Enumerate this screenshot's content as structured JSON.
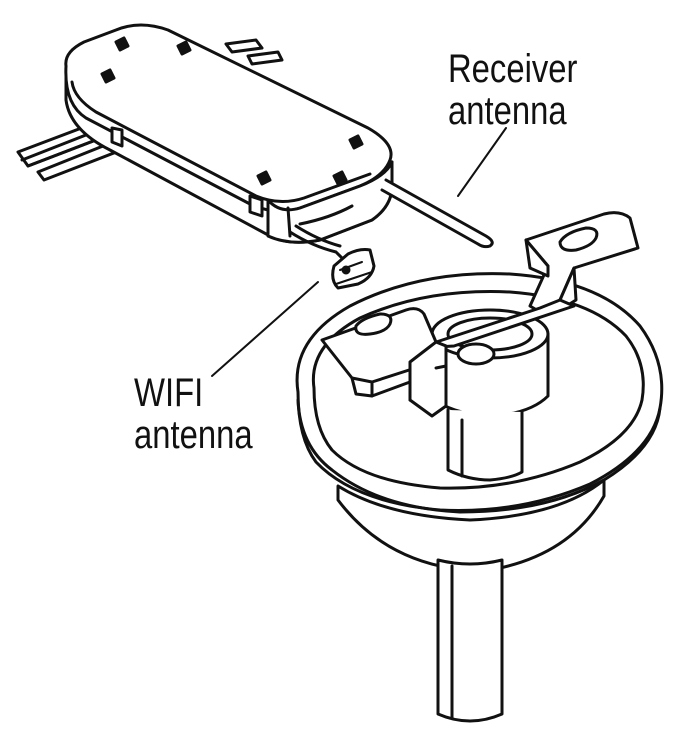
{
  "labels": {
    "receiver": {
      "line1": "Receiver",
      "line2": "antenna"
    },
    "wifi": {
      "line1": "WIFI",
      "line2": "antenna"
    }
  },
  "colors": {
    "ink": "#111111",
    "paper": "#ffffff",
    "shade": "#d6d6d6"
  }
}
